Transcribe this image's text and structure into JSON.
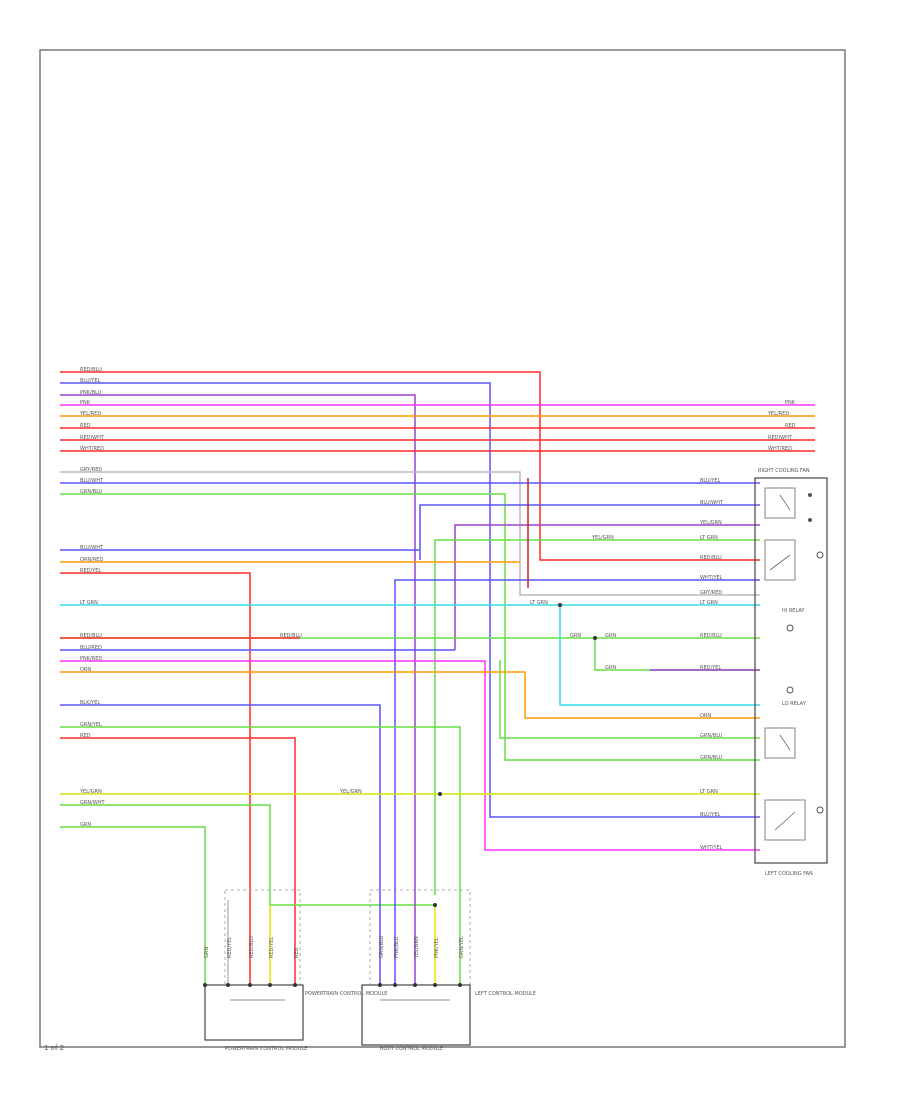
{
  "diagram": {
    "page_number": "1 of 2",
    "components": {
      "right_cooling_fan": "RIGHT COOLING FAN",
      "left_cooling_fan": "LEFT COOLING FAN",
      "pcm_connector_label": "POWERTRAIN CONTROL MODULE",
      "pcm_bottom_label": "POWERTRAIN CONTROL MODULE",
      "left_module_label": "LEFT CONTROL MODULE",
      "right_module_label": "BODY CONTROL MODULE",
      "right_module_bottom_label": "BODY CONTROL MODULE",
      "relay_1_label": "HI RELAY",
      "relay_2_label": "LO RELAY"
    },
    "colors": {
      "red": "#ff2a2a",
      "blue": "#5555ff",
      "pink": "#ff33ff",
      "orange": "#ff9900",
      "green": "#66dd44",
      "yellow": "#e6e600",
      "cyan": "#33ddee",
      "purple": "#9944cc",
      "gray": "#aaaaaa",
      "dark_red": "#cc2222"
    },
    "wires_group_1": [
      {
        "label": "RED/BLU",
        "color": "red"
      },
      {
        "label": "BLU/YEL",
        "color": "blue"
      },
      {
        "label": "PNK/BLU",
        "color": "purple"
      },
      {
        "label": "PNK",
        "color": "pink"
      },
      {
        "label": "YEL/RED",
        "color": "orange"
      },
      {
        "label": "RED",
        "color": "red"
      },
      {
        "label": "RED/WHT",
        "color": "red"
      },
      {
        "label": "WHT/RED",
        "color": "red"
      }
    ],
    "wires_group_2": [
      {
        "label": "GRY/RED",
        "color": "gray"
      },
      {
        "label": "BLU/WHT",
        "color": "blue"
      },
      {
        "label": "GRN/BLU",
        "color": "green"
      }
    ],
    "wires_group_3": [
      {
        "label": "BLU/WHT",
        "color": "blue"
      },
      {
        "label": "ORN/RED",
        "color": "orange"
      },
      {
        "label": "RED/YEL",
        "color": "red"
      }
    ],
    "wires_group_4": [
      {
        "label": "LT GRN",
        "color": "cyan"
      }
    ],
    "wires_group_5": [
      {
        "label": "RED/BLU",
        "color": "red"
      },
      {
        "label": "BLU/RED",
        "color": "blue"
      },
      {
        "label": "PNK/RED",
        "color": "pink"
      },
      {
        "label": "ORN",
        "color": "orange"
      }
    ],
    "wires_group_6": [
      {
        "label": "BLK/YEL",
        "color": "blue"
      },
      {
        "label": "GRN/YEL",
        "color": "green"
      },
      {
        "label": "RED",
        "color": "red"
      }
    ],
    "wires_group_7": [
      {
        "label": "YEL/GRN",
        "color": "yellow"
      },
      {
        "label": "GRN/WHT",
        "color": "green"
      },
      {
        "label": "GRN",
        "color": "green"
      }
    ],
    "right_labels": [
      "PNK",
      "YEL/RED",
      "RED",
      "RED/WHT",
      "WHT/RED"
    ],
    "fan_labels": [
      "BLU/YEL",
      "BLU/WHT",
      "YEL/GRN",
      "LT GRN",
      "RED/BLU",
      "WHT/YEL",
      "GRY/RED",
      "LT GRN",
      "RED/BLU",
      "RED/YEL",
      "ORN",
      "GRN/BLU",
      "GRN/BLU",
      "LT GRN",
      "BLU/YEL",
      "WHT/YEL"
    ],
    "mid_labels": {
      "red_blu_grn": "RED/BLU",
      "yel_grn": "YEL/GRN",
      "yel_grn_2": "YEL/GRN",
      "lt_grn": "LT GRN",
      "grn_1": "GRN",
      "grn_2": "GRN",
      "grn_3": "GRN"
    },
    "connector_pins_left": [
      "GRN",
      "RED/YEL",
      "RED/BLU",
      "RED/YEL",
      "RED"
    ],
    "connector_pins_right": [
      "GRN/BLU",
      "PNK/BLU",
      "YEL/GRN",
      "PNK/YEL",
      "GRN/YEL"
    ]
  }
}
